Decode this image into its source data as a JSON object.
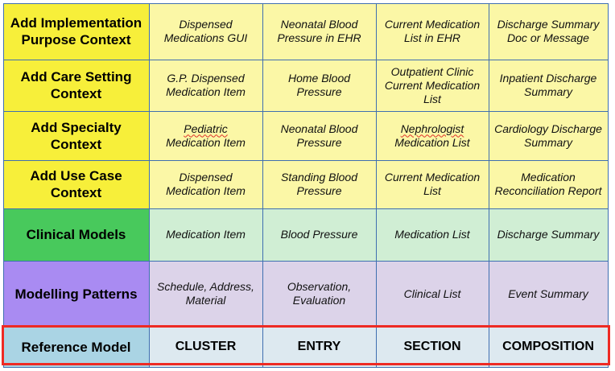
{
  "rows": [
    {
      "label": "Add Implementation Purpose Context",
      "cells": [
        "Dispensed Medications GUI",
        "Neonatal Blood Pressure in EHR",
        "Current Medication List in EHR",
        "Discharge Summary Doc or Message"
      ]
    },
    {
      "label": "Add Care Setting Context",
      "cells": [
        "G.P. Dispensed Medication Item",
        "Home Blood Pressure",
        "Outpatient Clinic Current Medication List",
        "Inpatient Discharge Summary"
      ]
    },
    {
      "label": "Add Specialty Context",
      "cells": [
        "Medication Item",
        "Neonatal Blood Pressure",
        "Medication List",
        "Cardiology Discharge Summary"
      ],
      "cell_prefixes": [
        "Pediatric",
        "",
        "Nephrologist",
        ""
      ]
    },
    {
      "label": "Add Use Case Context",
      "cells": [
        "Dispensed Medication Item",
        "Standing Blood Pressure",
        "Current Medication List",
        "Medication Reconciliation Report"
      ]
    },
    {
      "label": "Clinical Models",
      "cells": [
        "Medication Item",
        "Blood Pressure",
        "Medication List",
        "Discharge Summary"
      ]
    },
    {
      "label": "Modelling Patterns",
      "cells": [
        "Schedule, Address, Material",
        "Observation, Evaluation",
        "Clinical List",
        "Event Summary"
      ]
    },
    {
      "label": "Reference Model",
      "cells": [
        "CLUSTER",
        "ENTRY",
        "SECTION",
        "COMPOSITION"
      ]
    }
  ],
  "colors": {
    "context_header": "#f7ef3a",
    "context_cell": "#fbf7a6",
    "clinical_header": "#48c95c",
    "clinical_cell": "#d0eed4",
    "patterns_header": "#a98bf2",
    "patterns_cell": "#dcd3e9",
    "reference_header": "#aad4e4",
    "reference_cell": "#dde9f0",
    "grid_border": "#3f6fb0",
    "reference_highlight": "#ee2a24"
  }
}
